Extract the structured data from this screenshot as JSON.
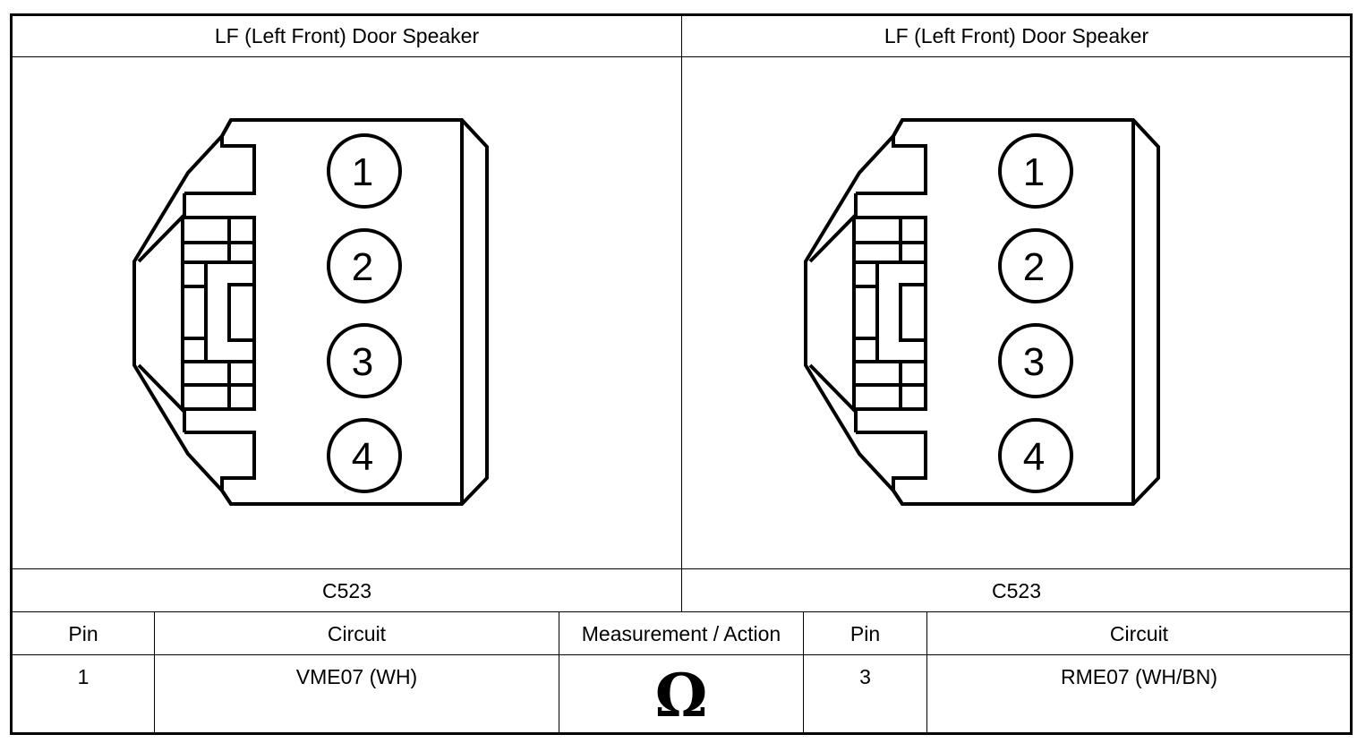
{
  "connectors": [
    {
      "title": "LF (Left Front) Door Speaker",
      "connector_id": "C523",
      "pins": [
        "1",
        "2",
        "3",
        "4"
      ]
    },
    {
      "title": "LF (Left Front) Door Speaker",
      "connector_id": "C523",
      "pins": [
        "1",
        "2",
        "3",
        "4"
      ]
    }
  ],
  "table": {
    "headers": {
      "pin_a": "Pin",
      "circuit_a": "Circuit",
      "measurement": "Measurement / Action",
      "pin_b": "Pin",
      "circuit_b": "Circuit"
    },
    "row": {
      "pin_a": "1",
      "circuit_a": "VME07 (WH)",
      "measurement_symbol": "Ω",
      "pin_b": "3",
      "circuit_b": "RME07 (WH/BN)"
    }
  }
}
